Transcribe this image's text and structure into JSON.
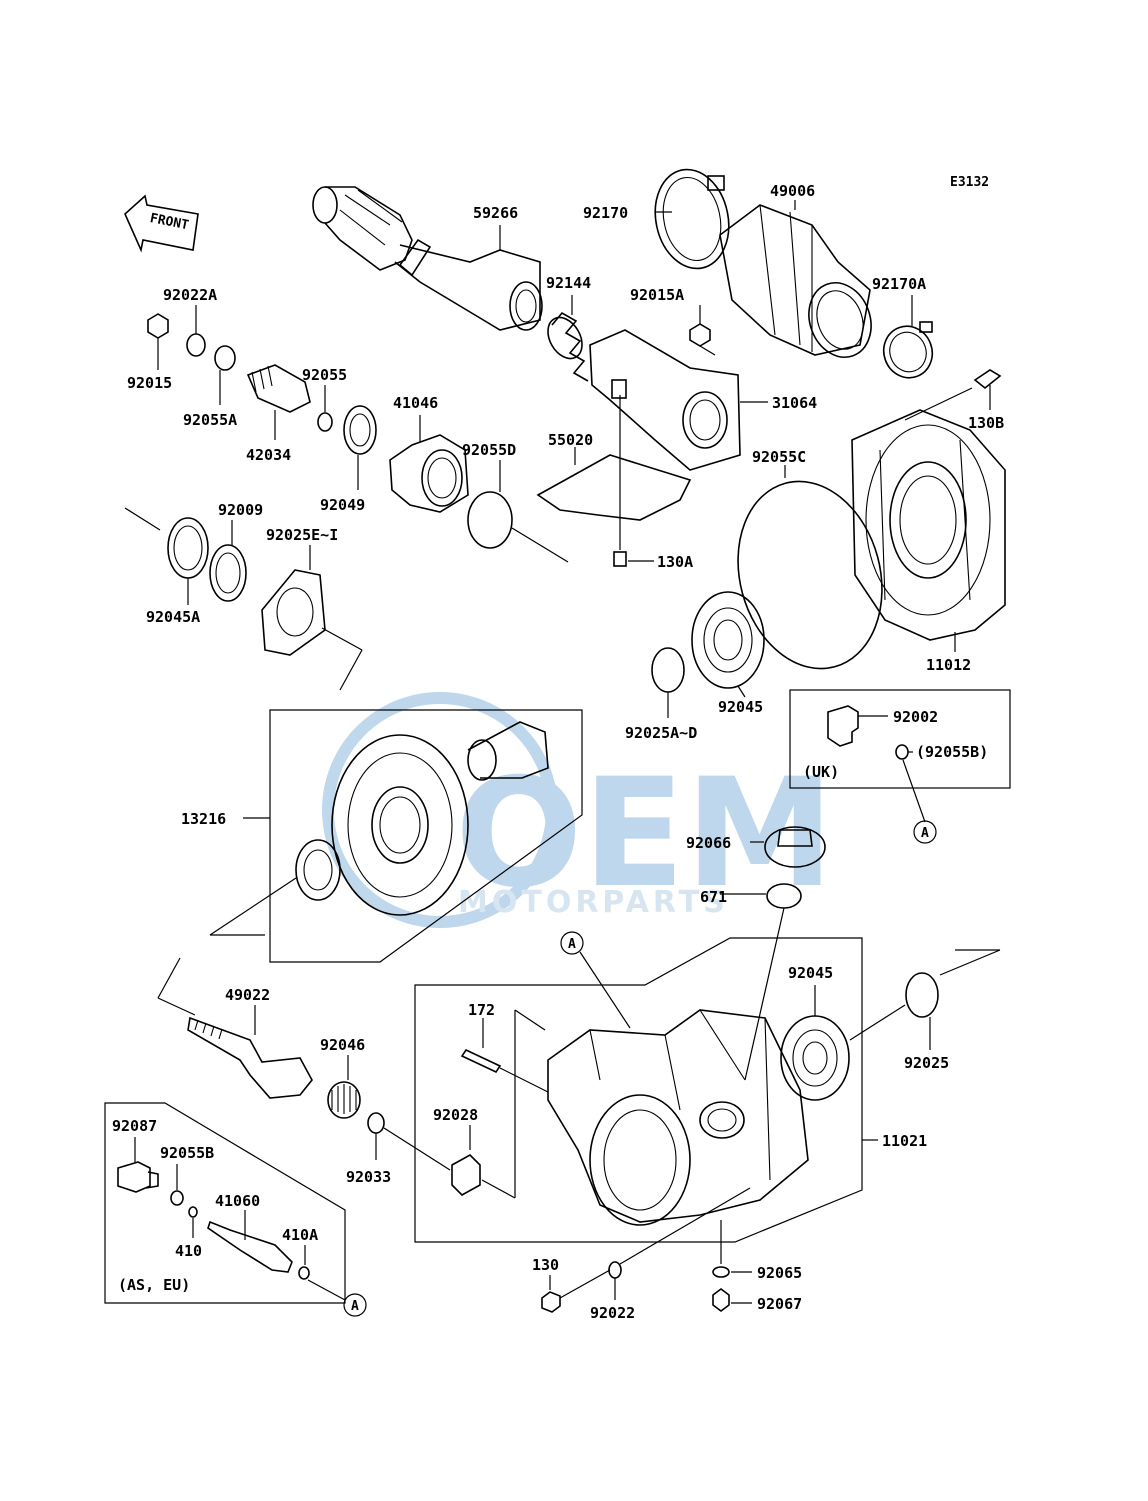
{
  "diagram_code": "E3132",
  "front_arrow_text": "FRONT",
  "watermark": {
    "main": "OEM",
    "sub": "MOTORPARTS",
    "color": "#4a8fc9"
  },
  "callout_ref": "A",
  "boxes": {
    "uk_label": "(UK)",
    "as_eu_label": "(AS, EU)"
  },
  "parts": {
    "p92170": "92170",
    "p49006": "49006",
    "p59266": "59266",
    "p92144": "92144",
    "p92015A": "92015A",
    "p92170A": "92170A",
    "p92022A": "92022A",
    "p92015": "92015",
    "p92055A": "92055A",
    "p92055": "92055",
    "p42034": "42034",
    "p41046": "41046",
    "p92049": "92049",
    "p92055D": "92055D",
    "p55020": "55020",
    "p31064": "31064",
    "p130B": "130B",
    "p92055C": "92055C",
    "p92009": "92009",
    "p92025EI": "92025E~I",
    "p92045A": "92045A",
    "p130A": "130A",
    "p11012": "11012",
    "p92045_top": "92045",
    "p92025AD": "92025A~D",
    "p92002": "92002",
    "p92055B_paren": "(92055B)",
    "p13216": "13216",
    "p92066": "92066",
    "p671": "671",
    "p49022": "49022",
    "p92046": "92046",
    "p172": "172",
    "p92045_low": "92045",
    "p92025": "92025",
    "p92087": "92087",
    "p92055B": "92055B",
    "p92028": "92028",
    "p92033": "92033",
    "p11021": "11021",
    "p41060": "41060",
    "p410": "410",
    "p410A": "410A",
    "p130": "130",
    "p92022": "92022",
    "p92065": "92065",
    "p92067": "92067"
  }
}
